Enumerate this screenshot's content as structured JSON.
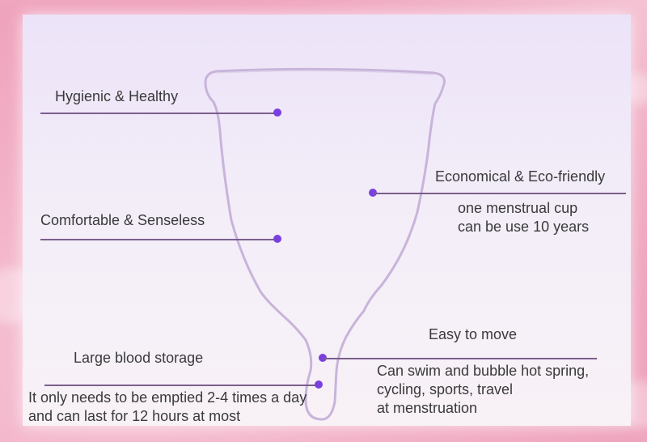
{
  "features": {
    "hygienic": {
      "title": "Hygienic & Healthy"
    },
    "comfortable": {
      "title": "Comfortable &  Senseless"
    },
    "economical": {
      "title": "Economical & Eco-friendly",
      "desc_line1": "one menstrual cup",
      "desc_line2": "can be use 10 years"
    },
    "easy_move": {
      "title": "Easy to move",
      "desc_line1": "Can swim and bubble hot spring,",
      "desc_line2": "cycling, sports, travel",
      "desc_line3": "at menstruation"
    },
    "storage": {
      "title": "Large blood storage",
      "desc_line1": "It only needs to be emptied 2-4 times a day",
      "desc_line2": "and can last for 12 hours at most"
    }
  },
  "colors": {
    "accent_dot": "#7b3fe0",
    "leader_line": "#7a5e8e",
    "cup_outline": "#c8b4da"
  },
  "icons": {
    "product": "menstrual-cup-outline"
  }
}
